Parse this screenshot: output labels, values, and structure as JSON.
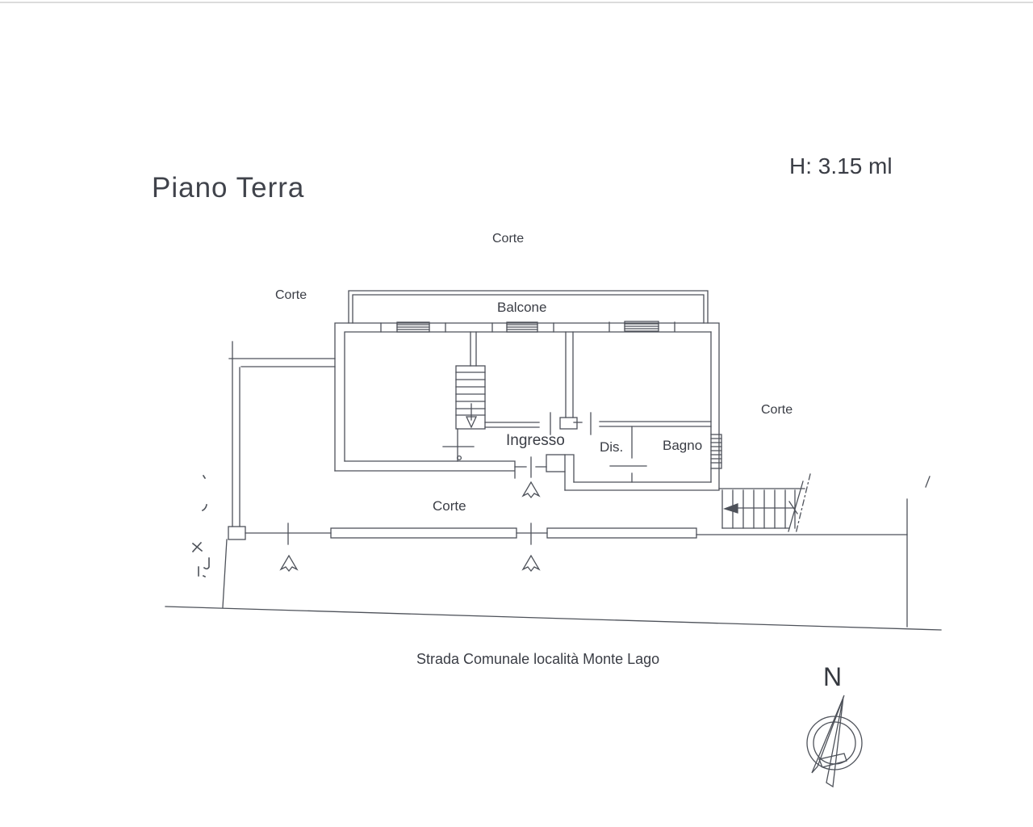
{
  "page": {
    "title": "Piano Terra",
    "height_note": "H: 3.15 ml",
    "street_label": "Strada Comunale località Monte Lago"
  },
  "plan": {
    "labels": {
      "corte_top": "Corte",
      "corte_left": "Corte",
      "corte_right": "Corte",
      "corte_bottom": "Corte",
      "balcone": "Balcone",
      "ingresso": "Ingresso",
      "dis": "Dis.",
      "bagno": "Bagno"
    },
    "compass": {
      "north_label": "N"
    },
    "colors": {
      "ink": "#4e525a",
      "text": "#3a3d45",
      "paper": "#ffffff"
    }
  }
}
